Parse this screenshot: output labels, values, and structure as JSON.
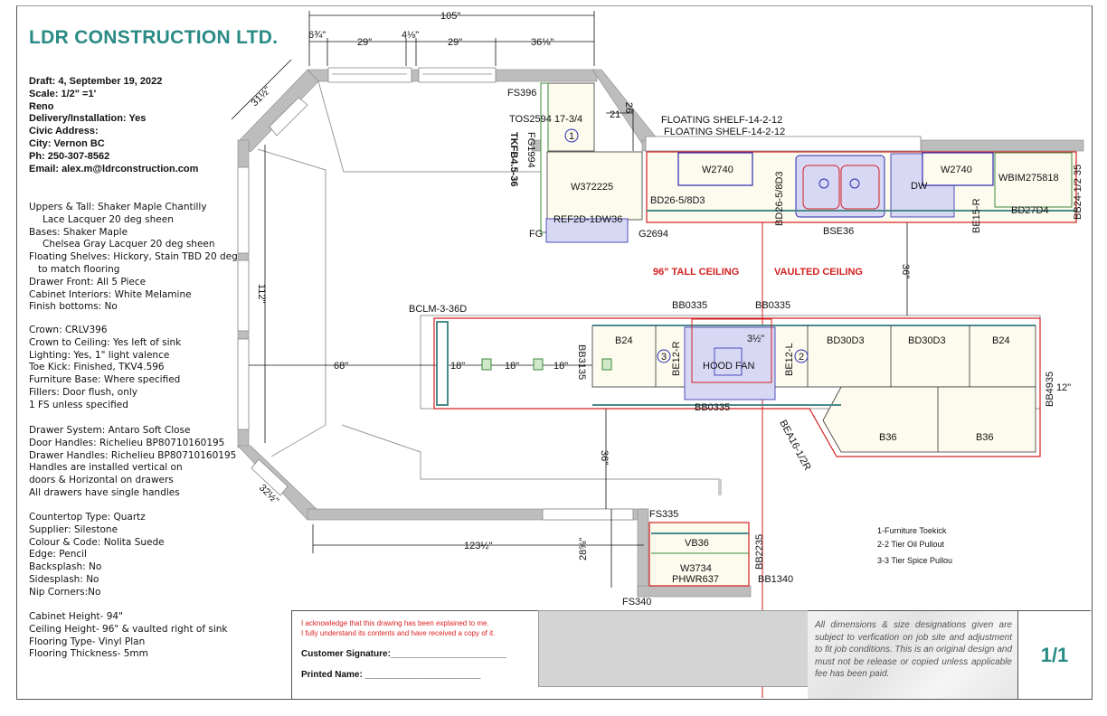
{
  "company": "LDR CONSTRUCTION LTD.",
  "info": [
    "Draft: 4, September 19, 2022",
    "Scale: 1/2\" =1'",
    "Reno",
    "Delivery/Installation: Yes",
    "Civic Address:",
    "City: Vernon BC",
    "Ph: 250-307-8562",
    "Email: alex.m@ldrconstruction.com"
  ],
  "notes": {
    "finishes": [
      "Uppers & Tall: Shaker Maple Chantilly",
      "Lace Lacquer 20 deg sheen",
      "Bases: Shaker Maple",
      "Chelsea Gray Lacquer 20 deg sheen",
      "Floating Shelves: Hickory, Stain TBD 20 deg",
      "to match flooring",
      "Drawer Front: All 5 Piece",
      "Cabinet Interiors: White Melamine",
      "Finish bottoms: No"
    ],
    "crown": [
      "Crown: CRLV396",
      "Crown to Ceiling: Yes left of sink",
      "Lighting: Yes, 1\" light valence",
      "Toe Kick: Finished, TKV4.596",
      "Furniture Base: Where specified",
      "Fillers: Door flush, only",
      "1 FS unless specified"
    ],
    "hardware": [
      "Drawer System: Antaro Soft Close",
      "Door Handles: Richelieu BP80710160195",
      "Drawer Handles: Richelieu BP80710160195",
      "Handles are installed vertical on",
      "doors & Horizontal on drawers",
      "All drawers have single handles"
    ],
    "countertop": [
      "Countertop Type: Quartz",
      "Supplier: Silestone",
      "Colour & Code: Nolita Suede",
      "Edge: Pencil",
      "Backsplash: No",
      "Sidesplash: No",
      "Nip Corners:No"
    ],
    "heights": [
      "Cabinet Height- 94\"",
      "Ceiling Height- 96\" & vaulted right of sink",
      "Flooring Type- Vinyl Plan",
      "Flooring Thickness- 5mm"
    ]
  },
  "dimensions": {
    "total": "105\"",
    "d1": "6¾\"",
    "d2": "29\"",
    "d3": "4⅛\"",
    "d4": "29\"",
    "d5": "36⅛\"",
    "diag_top": "31½\"",
    "left": "112\"",
    "d21": "21",
    "d26": "26",
    "d36_right": "36\"",
    "d68": "68\"",
    "d18a": "18\"",
    "d18b": "18\"",
    "d18c": "18\"",
    "d3q": "3½\"",
    "d12": "12\"",
    "d36_mid": "36\"",
    "d123": "123½\"",
    "d28": "28⅝\"",
    "diag_bot": "32½\""
  },
  "labels": {
    "fs396": "FS396",
    "tos": "TOS2594 17-3/4",
    "tkfb": "TKFB4.5-36",
    "fg1994": "FG1994",
    "w372225": "W372225",
    "ref": "REF2D-1DW36",
    "fg": "FG",
    "g2694": "G2694",
    "shelf1": "FLOATING SHELF-14-2-12",
    "shelf2": "FLOATING SHELF-14-2-12",
    "w2740a": "W2740",
    "bd26a": "BD26-5/8D3",
    "bd26b": "BD26-5/8D3",
    "bse36": "BSE36",
    "dw": "DW",
    "w2740b": "W2740",
    "wbim": "WBIM275818",
    "be15": "BE15-R",
    "bd27": "BD27D4",
    "bb24": "BB24-1/2 35",
    "tall_ceiling": "96\" TALL CEILING",
    "vaulted": "VAULTED CEILING",
    "bclm": "BCLM-3-36D",
    "bb0335a": "BB0335",
    "bb0335b": "BB0335",
    "bb0335c": "BB0335",
    "bb3135": "BB3135",
    "b24a": "B24",
    "be12r": "BE12-R",
    "hood": "HOOD FAN",
    "be12l": "BE12-L",
    "bd30a": "BD30D3",
    "bd30b": "BD30D3",
    "b24b": "B24",
    "bb4935": "BB4935",
    "b36a": "B36",
    "b36b": "B36",
    "bea": "BEA16-1/2R",
    "fs335": "FS335",
    "vb36": "VB36",
    "w3734": "W3734",
    "phwr": "PHWR637",
    "bb2235": "BB2235",
    "bb1340": "BB1340",
    "fs340": "FS340",
    "c1": "1",
    "c2": "2",
    "c3": "3"
  },
  "legend": [
    "1-Furniture Toekick",
    "2-2 Tier Oil Pullout",
    "3-3 Tier Spice Pullou"
  ],
  "titleblock": {
    "ack1": "I acknowledge that this drawing has been explained to me.",
    "ack2": "I fully understand its contents and have received a copy of it.",
    "signature": "Customer Signature:_______________________",
    "printed": "Printed Name:  _______________________",
    "disclaimer": "All dimensions & size designations given are subject to verfication on job site and adjustment to fit job conditions. This is an original design and must not be release or copied unless applicable fee has been paid.",
    "page": "1/1"
  },
  "colors": {
    "brand": "#2a8a84",
    "wall": "#bdbdbd",
    "cabinet": "#fdfbee",
    "red": "#d42020",
    "blue": "#2a2ab0",
    "green": "#3d8a3d",
    "appliance": "#d8d8f5"
  }
}
